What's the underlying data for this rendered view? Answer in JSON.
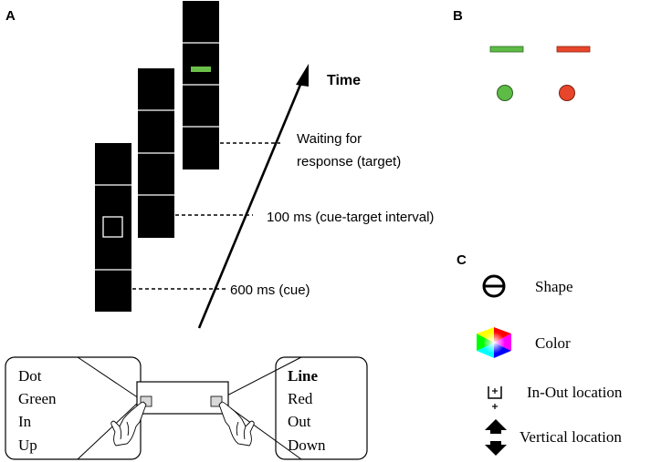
{
  "panels": {
    "a": "A",
    "b": "B",
    "c": "C"
  },
  "timeline": {
    "axis_label": "Time",
    "events": [
      "600 ms (cue)",
      "100 ms (cue-target interval)",
      "Waiting for",
      "response (target)"
    ]
  },
  "response_box": {
    "left_keys": [
      "Dot",
      "Green",
      "In",
      "Up"
    ],
    "right_keys": [
      "Line",
      "Red",
      "Out",
      "Down"
    ]
  },
  "stimuli": {
    "target_color": "#6cc04a",
    "colors": [
      "#5dbb46",
      "#e8462a"
    ]
  },
  "dimensions": [
    {
      "label": "Shape",
      "icon": "circle-slash-icon"
    },
    {
      "label": "Color",
      "icon": "color-hexagon-icon"
    },
    {
      "label": "In-Out location",
      "icon": "in-out-icon"
    },
    {
      "label": "Vertical location",
      "icon": "up-down-arrow-icon"
    }
  ]
}
